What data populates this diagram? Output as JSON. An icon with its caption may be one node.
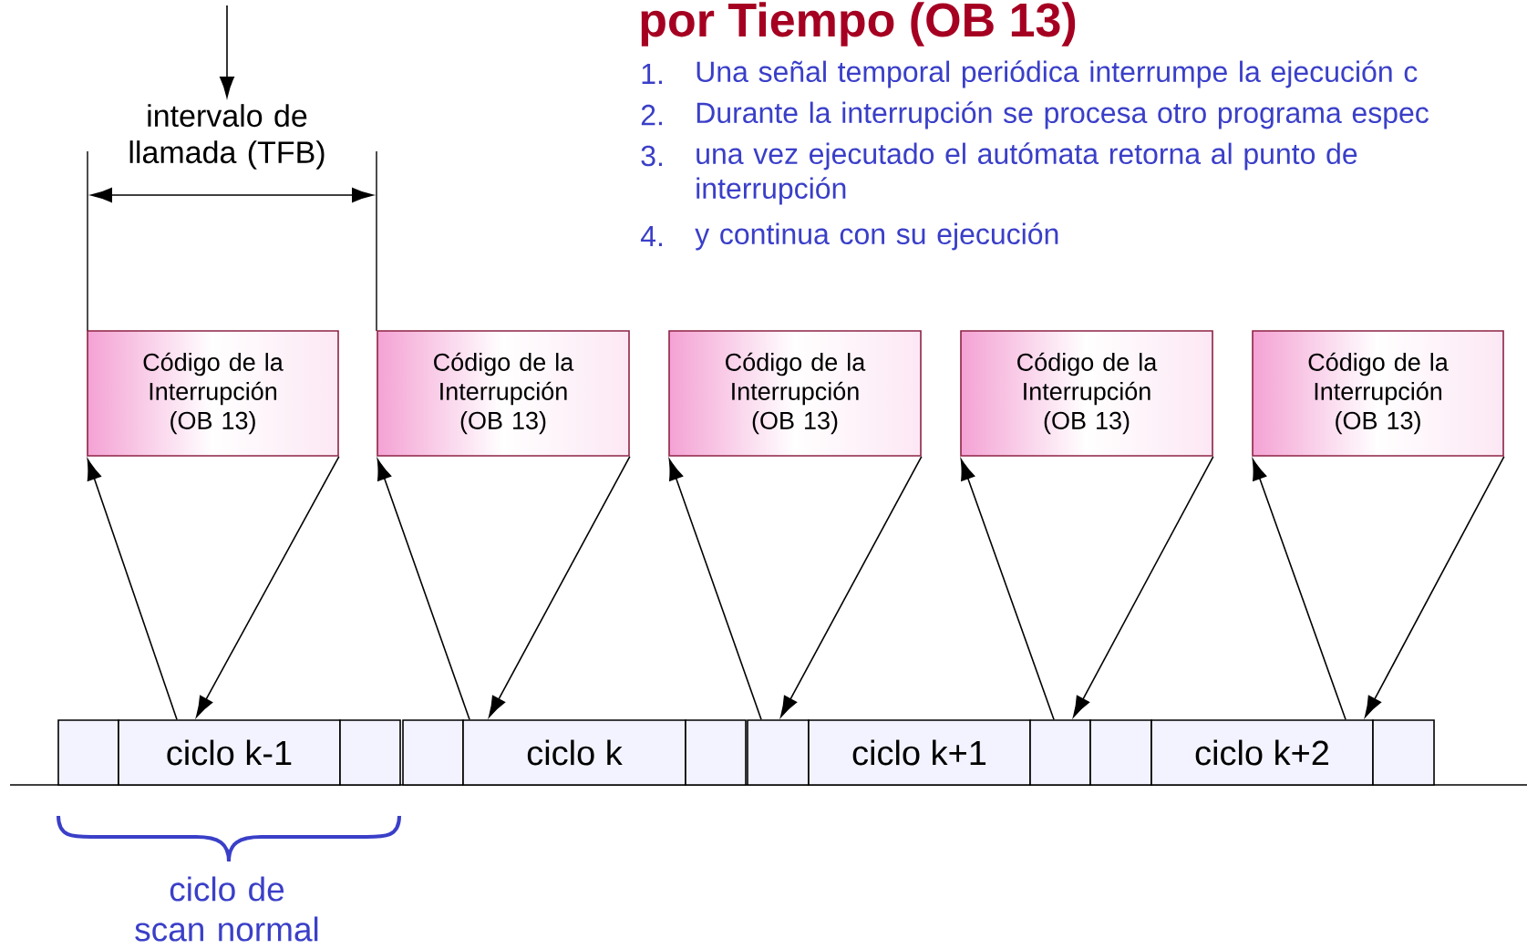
{
  "diagram": {
    "title": "por Tiempo (OB 13)",
    "nodes": [
      {
        "text": [
          "intervalo de llamada (TFB)"
        ]
      },
      {
        "text": [
          "Código de la Interrupción (OB 13)"
        ]
      },
      {
        "text": [
          "Código de la Interrupción (OB 13)"
        ]
      },
      {
        "text": [
          "Código de la Interrupción (OB 13)"
        ]
      },
      {
        "text": [
          "Código de la Interrupción (OB 13)"
        ]
      },
      {
        "text": [
          "Código de la Interrupción (OB 13)"
        ]
      },
      {
        "text": [],
        "shape": "box"
      },
      {
        "text": [
          "ciclo k-1"
        ]
      },
      {
        "text": [],
        "shape": "box"
      },
      {
        "text": [],
        "shape": "box"
      },
      {
        "text": [
          "ciclo k"
        ]
      },
      {
        "text": [],
        "shape": "box"
      },
      {
        "text": [],
        "shape": "box"
      },
      {
        "text": [
          "ciclo k+1"
        ]
      },
      {
        "text": [],
        "shape": "box"
      },
      {
        "text": [],
        "shape": "box"
      },
      {
        "text": [
          "ciclo k+2"
        ]
      },
      {
        "text": [],
        "shape": "box"
      }
    ],
    "edges": [
      {
        "from": null,
        "to": 0,
        "arrow": "to"
      },
      {
        "from": 7,
        "to": 1,
        "arrow": "to"
      },
      {
        "from": 1,
        "to": 7,
        "arrow": "to"
      },
      {
        "from": 10,
        "to": 2,
        "arrow": "to"
      },
      {
        "from": 2,
        "to": 10,
        "arrow": "to"
      },
      {
        "from": 12,
        "to": 3,
        "arrow": "to"
      },
      {
        "from": 3,
        "to": 12,
        "arrow": "to"
      },
      {
        "from": 14,
        "to": 4,
        "arrow": "to"
      },
      {
        "from": 4,
        "to": 14,
        "arrow": "to"
      },
      {
        "from": 16,
        "to": 5,
        "arrow": "to"
      },
      {
        "from": 5,
        "to": 16,
        "arrow": "to"
      }
    ],
    "labels": [
      "1.",
      "Una señal temporal periódica interrumpe la ejecución c",
      "2.",
      "Durante la interrupción se procesa otro programa espec",
      "3.",
      "una vez ejecutado el autómata retorna al punto de interrupción",
      "4.",
      "y continua con su ejecución",
      "ciclo de scan normal"
    ]
  }
}
